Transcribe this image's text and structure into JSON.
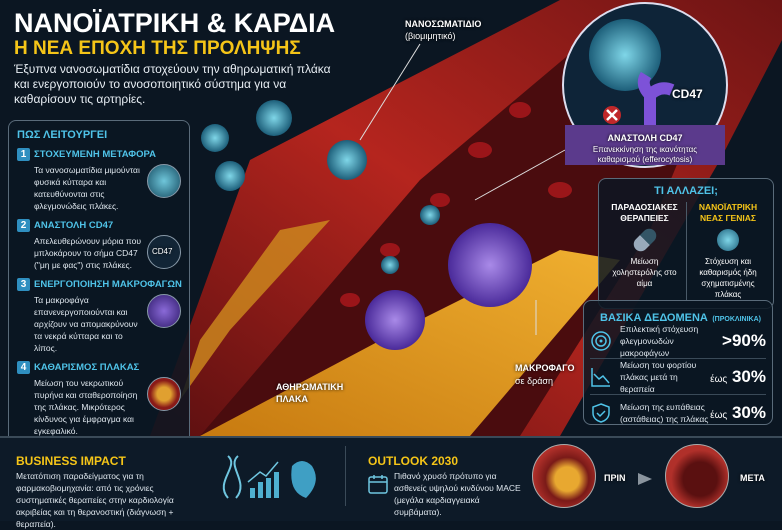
{
  "header": {
    "title": "ΝΑΝΟΪΑΤΡΙΚΗ & ΚΑΡΔΙΑ",
    "subtitle": "Η ΝΕΑ ΕΠΟΧΗ ΤΗΣ ΠΡΟΛΗΨΗΣ",
    "description": "Έξυπνα νανοσωματίδια στοχεύουν την αθηρωματική πλάκα και ενεργοποιούν το ανοσοποιητικό σύστημα για να καθαρίσουν τις αρτηρίες."
  },
  "how": {
    "title": "ΠΩΣ ΛΕΙΤΟΥΡΓΕΙ",
    "steps": [
      {
        "num": "1",
        "title": "ΣΤΟΧΕΥΜΕΝΗ ΜΕΤΑΦΟΡΑ",
        "text": "Τα νανοσωματίδια μιμούνται φυσικά κύτταρα και κατευθύνονται στις φλεγμονώδεις πλάκες."
      },
      {
        "num": "2",
        "title": "ΑΝΑΣΤΟΛΗ CD47",
        "text": "Απελευθερώνουν μόρια που μπλοκάρουν το σήμα CD47 (\"μη με φας\") στις πλάκες.",
        "thumb_label": "CD47"
      },
      {
        "num": "3",
        "title": "ΕΝΕΡΓΟΠΟΙΗΣΗ ΜΑΚΡΟΦΑΓΩΝ",
        "text": "Τα μακροφάγα επανενεργοποιούνται και αρχίζουν να απομακρύνουν τα νεκρά κύτταρα και το λίπος."
      },
      {
        "num": "4",
        "title": "ΚΑΘΑΡΙΣΜΟΣ ΠΛΑΚΑΣ",
        "text": "Μείωση του νεκρωτικού πυρήνα και σταθεροποίηση της πλάκας. Μικρότερος κίνδυνος για έμφραγμα και εγκεφαλικό."
      }
    ]
  },
  "labels": {
    "nano_title": "ΝΑΝΟΣΩΜΑΤΙΔΙΟ",
    "nano_sub": "(βιομιμητικό)",
    "plaque_1": "ΑΘΗΡΩΜΑΤΙΚΗ",
    "plaque_2": "ΠΛΑΚΑ",
    "macro_title": "ΜΑΚΡΟΦΑΓΟ",
    "macro_sub": "σε δράση"
  },
  "zoom": {
    "cd47": "CD47",
    "title": "ΑΝΑΣΤΟΛΗ CD47",
    "text": "Επανεκκίνηση της ικανότητας καθαρισμού (efferocytosis)"
  },
  "change": {
    "title": "ΤΙ ΑΛΛΑΖΕΙ;",
    "left_title": "ΠΑΡΑΔΟΣΙΑΚΕΣ ΘΕΡΑΠΕΙΕΣ",
    "left_text": "Μείωση χοληστερόλης στο αίμα",
    "right_title": "ΝΑΝΟΪΑΤΡΙΚΗ ΝΕΑΣ ΓΕΝΙΑΣ",
    "right_text": "Στόχευση και καθαρισμός ήδη σχηματισμένης πλάκας"
  },
  "data": {
    "title": "ΒΑΣΙΚΑ ΔΕΔΟΜΕΝΑ",
    "title_note": "(ΠΡΟΚΛΙΝΙΚΑ)",
    "rows": [
      {
        "text": "Επιλεκτική στόχευση φλεγμονωδών μακροφάγων",
        "prefix": "",
        "value": ">90%",
        "icon": "target-icon"
      },
      {
        "text": "Μείωση του φορτίου πλάκας μετά τη θεραπεία",
        "prefix": "έως",
        "value": "30%",
        "icon": "trend-down-icon"
      },
      {
        "text": "Μείωση της ευπάθειας (αστάθειας) της πλάκας",
        "prefix": "έως",
        "value": "30%",
        "icon": "shield-check-icon"
      }
    ]
  },
  "business": {
    "title": "BUSINESS IMPACT",
    "text": "Μετατόπιση παραδείγματος για τη φαρμακοβιομηχανία: από τις χρόνιες συστηματικές θεραπείες στην καρδιολογία ακριβείας και τη θερανοστική (διάγνωση + θεραπεία)."
  },
  "outlook": {
    "title": "OUTLOOK 2030",
    "text": "Πιθανό χρυσό πρότυπο για ασθενείς υψηλού κινδύνου MACE (μεγάλα καρδιαγγειακά συμβάματα).",
    "before": "ΠΡΙΝ",
    "after": "ΜΕΤΑ"
  },
  "colors": {
    "accent": "#4fc3e8",
    "yellow": "#f5c518",
    "bg": "#0b1622"
  }
}
